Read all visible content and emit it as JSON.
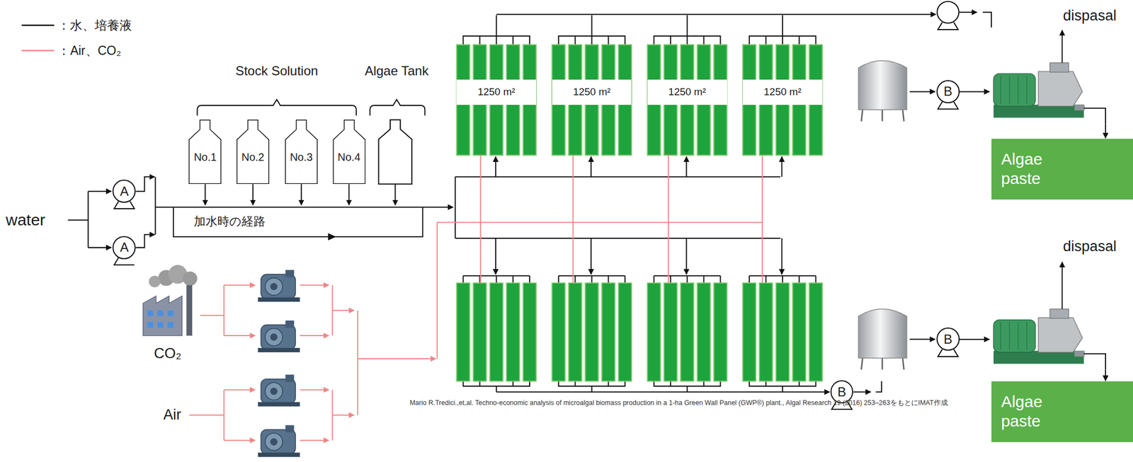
{
  "diagram": {
    "nodes": [
      {
        "text": [
          "No.1"
        ]
      },
      {
        "text": [
          "No.2"
        ]
      },
      {
        "text": [
          "No.3"
        ]
      },
      {
        "text": [
          "No.4"
        ]
      },
      {
        "text": [
          "1250 m²"
        ]
      },
      {
        "text": [
          "1250 m²"
        ]
      },
      {
        "text": [
          "1250 m²"
        ]
      },
      {
        "text": [
          "1250 m²"
        ]
      },
      {
        "text": [
          "dispasal"
        ]
      },
      {
        "text": [
          "B"
        ]
      },
      {
        "text": [
          "Algae paste"
        ]
      },
      {
        "text": [
          "A"
        ]
      },
      {
        "text": [
          "A"
        ]
      },
      {
        "text": [
          "dispasal"
        ]
      },
      {
        "text": [
          "B"
        ]
      },
      {
        "text": [
          "Algae paste"
        ]
      },
      {
        "text": [
          "B"
        ]
      }
    ],
    "edges": [
      {
        "from": 9,
        "to": 8,
        "arrow": "to"
      },
      {
        "from": 8,
        "to": 10,
        "arrow": "to"
      },
      {
        "from": 14,
        "to": 13,
        "arrow": "to"
      },
      {
        "from": 13,
        "to": 15,
        "arrow": "to"
      }
    ],
    "labels": [
      "Stock Solution",
      "Algae Tank",
      "water",
      "加水時の経路",
      "CO₂",
      "Air",
      "Mario R.Tredici.,et,al. Techno-economic analysis of microalgal biomass production in a 1-ha Green Wall Panel (GWP®) plant., Algal Research 19 (2016) 253–263をもとにIMAT作成"
    ],
    "legend": [
      {
        "text": "：水、培養液"
      },
      {
        "text": "：Air、CO₂"
      }
    ]
  }
}
